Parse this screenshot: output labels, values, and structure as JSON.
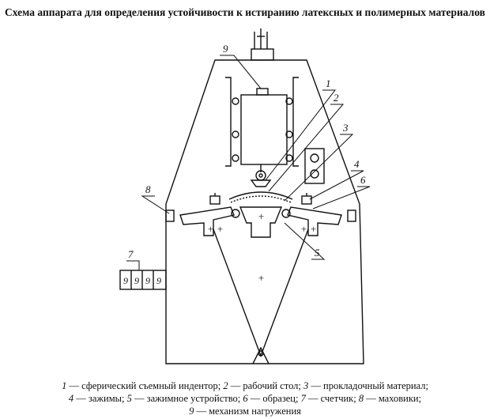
{
  "title": "Схема аппарата для определения устойчивости к истиранию латексных и полимерных материалов",
  "callouts": [
    "1",
    "2",
    "3",
    "4",
    "5",
    "6",
    "7",
    "8",
    "9"
  ],
  "counter_digits": [
    "9",
    "9",
    "9",
    "9"
  ],
  "center_marks": [
    "+",
    "+"
  ],
  "clamp_marks": [
    "+ +",
    "+ +"
  ],
  "legend": [
    {
      "num": "1",
      "text": " — сферический съемный индентор; "
    },
    {
      "num": "2",
      "text": " — рабочий стол; "
    },
    {
      "num": "3",
      "text": " — прокладочный материал;"
    },
    {
      "num": "4",
      "text": " — зажимы; "
    },
    {
      "num": "5",
      "text": " — зажимное устройство; "
    },
    {
      "num": "6",
      "text": " — образец; "
    },
    {
      "num": "7",
      "text": " — счетчик; "
    },
    {
      "num": "8",
      "text": " — маховики;"
    },
    {
      "num": "9",
      "text": " — механизм нагружения"
    }
  ]
}
